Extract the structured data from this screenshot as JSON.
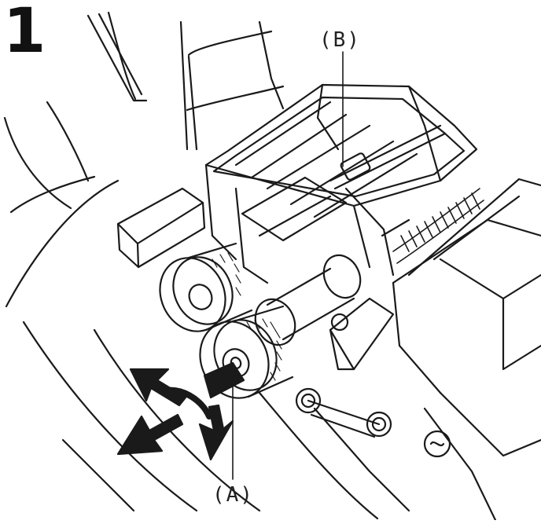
{
  "figure": {
    "step_number": "1",
    "callouts": {
      "a": "(A)",
      "b": "(B)"
    },
    "line_color": "#1a1a1a",
    "background": "#ffffff"
  }
}
